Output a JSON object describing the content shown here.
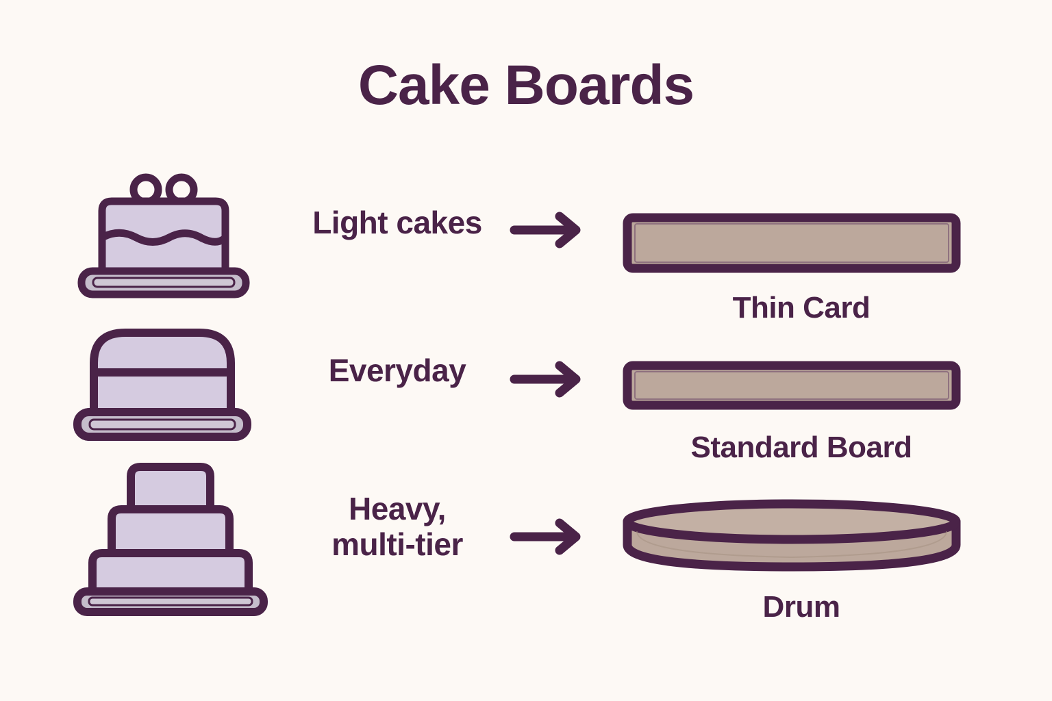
{
  "page": {
    "title": "Cake Boards",
    "background_color": "#FDF9F5"
  },
  "colors": {
    "outline_purple": "#4A2348",
    "cake_lavender": "#D5CBE0",
    "plate_grey": "#C5BDCB",
    "board_tan": "#BCA89C",
    "board_tan_light": "#C3B0A4",
    "background_cream": "#FDF9F5"
  },
  "rows": [
    {
      "id": "light-cakes",
      "cake_icon": "single-tier-cake-icon",
      "label": "Light cakes",
      "label_lines": [
        "Light cakes"
      ],
      "arrow_icon": "arrow-right-icon",
      "board_icon": "thin-card-board-icon",
      "board_label": "Thin Card"
    },
    {
      "id": "everyday",
      "cake_icon": "rounded-cake-icon",
      "label": "Everyday",
      "label_lines": [
        "Everyday"
      ],
      "arrow_icon": "arrow-right-icon",
      "board_icon": "standard-board-icon",
      "board_label": "Standard Board"
    },
    {
      "id": "heavy-multi-tier",
      "cake_icon": "three-tier-cake-icon",
      "label": "Heavy, multi-tier",
      "label_lines": [
        "Heavy,",
        "multi-tier"
      ],
      "arrow_icon": "arrow-right-icon",
      "board_icon": "drum-board-icon",
      "board_label": "Drum"
    }
  ]
}
